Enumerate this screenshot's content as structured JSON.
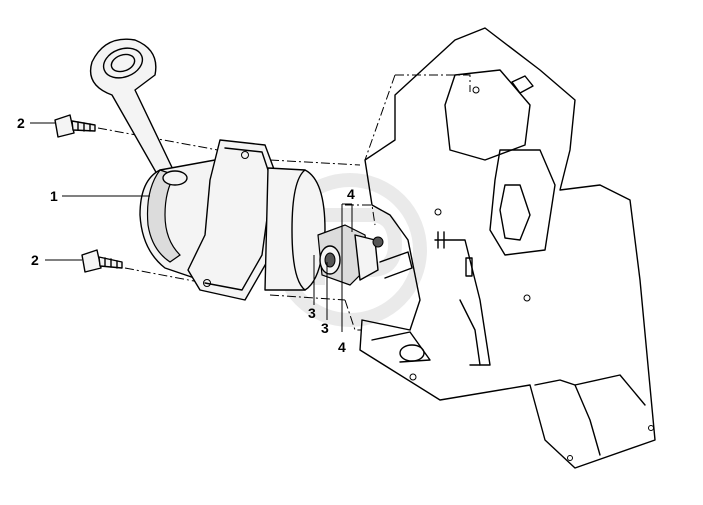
{
  "callouts": [
    {
      "id": "c1",
      "text": "1"
    },
    {
      "id": "c2a",
      "text": "2"
    },
    {
      "id": "c2b",
      "text": "2"
    },
    {
      "id": "c3a",
      "text": "3"
    },
    {
      "id": "c3b",
      "text": "3"
    },
    {
      "id": "c4a",
      "text": "4"
    },
    {
      "id": "c4b",
      "text": "4"
    }
  ]
}
